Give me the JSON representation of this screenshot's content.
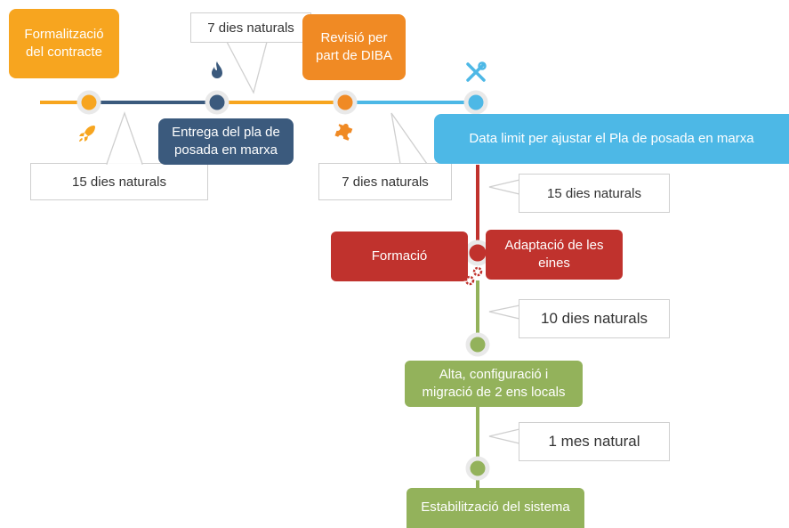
{
  "colors": {
    "orange": "#F7A51F",
    "dark_orange": "#F08A24",
    "navy": "#3B5A7D",
    "sky": "#4DB8E6",
    "red": "#C0322D",
    "green": "#93B25B"
  },
  "milestones": {
    "formalitzacio": "Formalització\ndel contracte",
    "entrega": "Entrega del pla de\nposada en marxa",
    "revisio": "Revisió per\npart de DIBA",
    "data_limit": "Data limit per ajustar el Pla de posada en marxa",
    "formacio": "Formació",
    "adaptacio": "Adaptació de les\neines",
    "alta": "Alta, configuració i\nmigració de 2 ens locals",
    "estabilitzacio": "Estabilització del sistema"
  },
  "durations": {
    "d15_a": "15 dies naturals",
    "d7_a": "7 dies naturals",
    "d7_b": "7 dies naturals",
    "d15_b": "15 dies naturals",
    "d10": "10 dies naturals",
    "m1": "1 mes natural"
  },
  "icons": [
    "rocket-icon",
    "flame-icon",
    "puzzle-icon",
    "tools-icon",
    "gears-icon"
  ]
}
